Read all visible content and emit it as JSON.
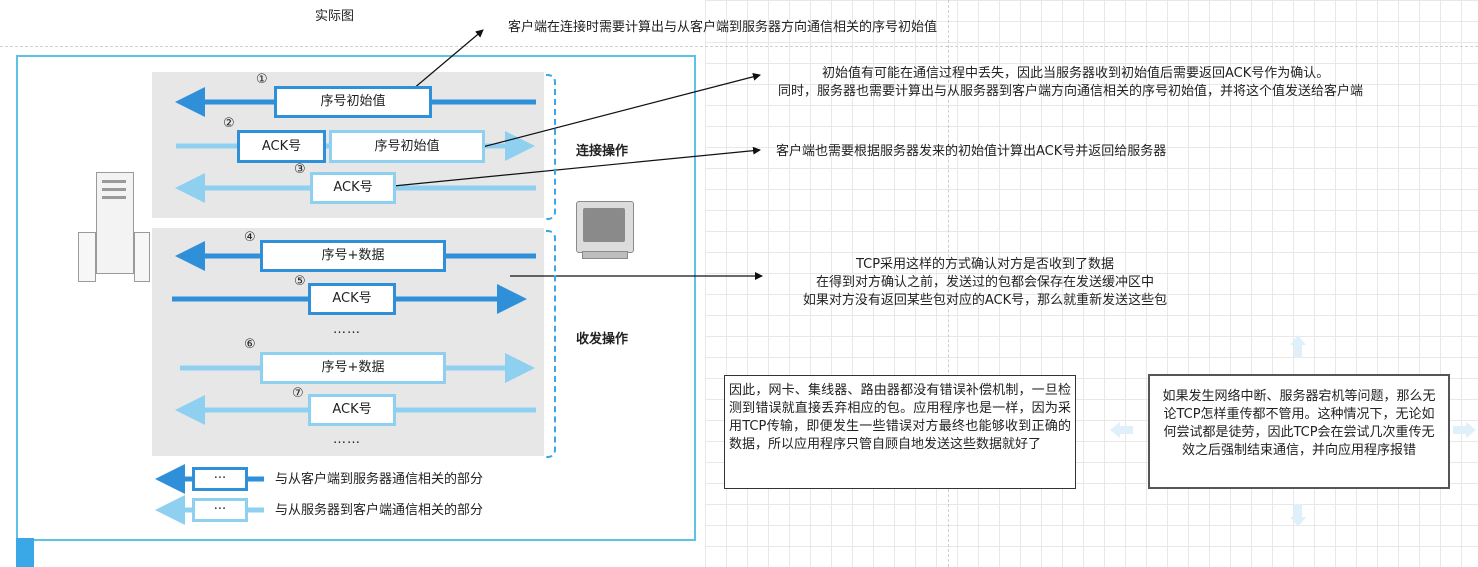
{
  "diagram_title": "实际图",
  "steps": {
    "s1": {
      "num": "①",
      "box": "序号初始值"
    },
    "s2": {
      "num": "②",
      "box_a": "ACK号",
      "box_b": "序号初始值"
    },
    "s3": {
      "num": "③",
      "box": "ACK号"
    },
    "s4": {
      "num": "④",
      "box": "序号+数据"
    },
    "s5": {
      "num": "⑤",
      "box": "ACK号"
    },
    "s6": {
      "num": "⑥",
      "box": "序号+数据"
    },
    "s7": {
      "num": "⑦",
      "box": "ACK号"
    }
  },
  "ellipsis": "……",
  "phase_labels": {
    "connect": "连接操作",
    "transfer": "收发操作"
  },
  "legend": {
    "box_text": "···",
    "client_to_server": "与从客户端到服务器通信相关的部分",
    "server_to_client": "与从服务器到客户端通信相关的部分"
  },
  "annotations": {
    "a1": "客户端在连接时需要计算出与从客户端到服务器方向通信相关的序号初始值",
    "a2_line1": "初始值有可能在通信过程中丢失，因此当服务器收到初始值后需要返回ACK号作为确认。",
    "a2_line2": "同时，服务器也需要计算出与从服务器到客户端方向通信相关的序号初始值，并将这个值发送给客户端",
    "a3": "客户端也需要根据服务器发来的初始值计算出ACK号并返回给服务器",
    "a4_line1": "TCP采用这样的方式确认对方是否收到了数据",
    "a4_line2": "在得到对方确认之前，发送过的包都会保存在发送缓冲区中",
    "a4_line3": "如果对方没有返回某些包对应的ACK号，那么就重新发送这些包"
  },
  "notes": {
    "note1": "因此，网卡、集线器、路由器都没有错误补偿机制，一旦检测到错误就直接丢弃相应的包。应用程序也是一样，因为采用TCP传输，即便发生一些错误对方最终也能够收到正确的数据，所以应用程序只管自顾自地发送这些数据就好了",
    "note2": "如果发生网络中断、服务器宕机等问题，那么无论TCP怎样重传都不管用。这种情况下，无论如何尝试都是徒劳，因此TCP会在尝试几次重传无效之后强制结束通信，并向应用程序报错"
  },
  "colors": {
    "client_to_server": "#2f8fd9",
    "server_to_client": "#8fd0f0",
    "frame": "#5ec2e6"
  }
}
